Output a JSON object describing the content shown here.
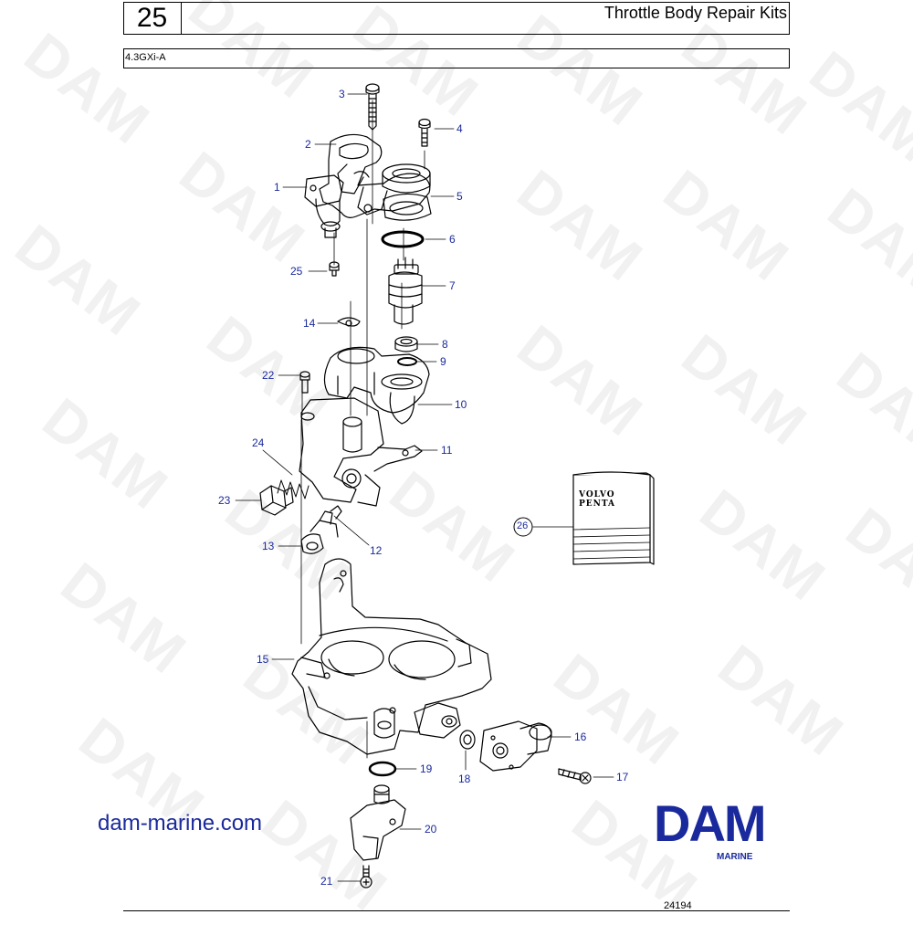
{
  "header": {
    "section_number": "25",
    "title": "Throttle Body Repair Kits",
    "model": "4.3GXi-A"
  },
  "watermark": {
    "text": "DAM",
    "color": "#f1f1f1"
  },
  "callouts": [
    {
      "id": "c1",
      "label": "1"
    },
    {
      "id": "c2",
      "label": "2"
    },
    {
      "id": "c3",
      "label": "3"
    },
    {
      "id": "c4",
      "label": "4"
    },
    {
      "id": "c5",
      "label": "5"
    },
    {
      "id": "c6",
      "label": "6"
    },
    {
      "id": "c7",
      "label": "7"
    },
    {
      "id": "c8",
      "label": "8"
    },
    {
      "id": "c9",
      "label": "9"
    },
    {
      "id": "c10",
      "label": "10"
    },
    {
      "id": "c11",
      "label": "11"
    },
    {
      "id": "c12",
      "label": "12"
    },
    {
      "id": "c13",
      "label": "13"
    },
    {
      "id": "c14",
      "label": "14"
    },
    {
      "id": "c15",
      "label": "15"
    },
    {
      "id": "c16",
      "label": "16"
    },
    {
      "id": "c17",
      "label": "17"
    },
    {
      "id": "c18",
      "label": "18"
    },
    {
      "id": "c19",
      "label": "19"
    },
    {
      "id": "c20",
      "label": "20"
    },
    {
      "id": "c21",
      "label": "21"
    },
    {
      "id": "c22",
      "label": "22"
    },
    {
      "id": "c23",
      "label": "23"
    },
    {
      "id": "c24",
      "label": "24"
    },
    {
      "id": "c25",
      "label": "25"
    },
    {
      "id": "c26",
      "label": "26"
    }
  ],
  "kit_box": {
    "brand_line1": "VOLVO",
    "brand_line2": "PENTA"
  },
  "footer": {
    "website": "dam-marine.com",
    "logo": "DAM",
    "logo_sub": "MARINE",
    "drawing_number": "24194"
  },
  "colors": {
    "callout": "#1a2a9c",
    "logo": "#1a2a9c",
    "line": "#000000"
  }
}
